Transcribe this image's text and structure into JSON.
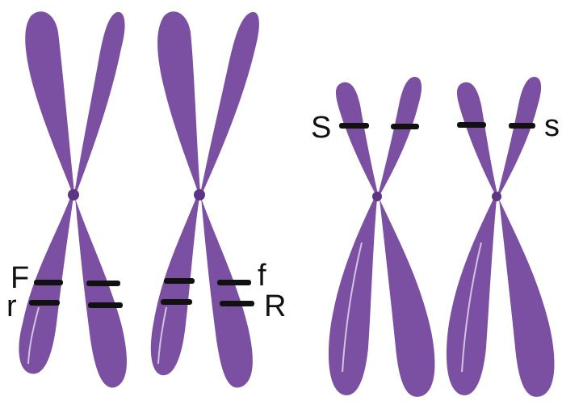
{
  "colors": {
    "chromatid": "#7B4FA2",
    "chromatid_shade": "#6A3E92",
    "centromere": "#5E3484",
    "band": "#111111",
    "highlight": "#E9E0F2",
    "label": "#111111"
  },
  "labels": {
    "F": "F",
    "r": "r",
    "f": "f",
    "R": "R",
    "S": "S",
    "s": "s"
  }
}
